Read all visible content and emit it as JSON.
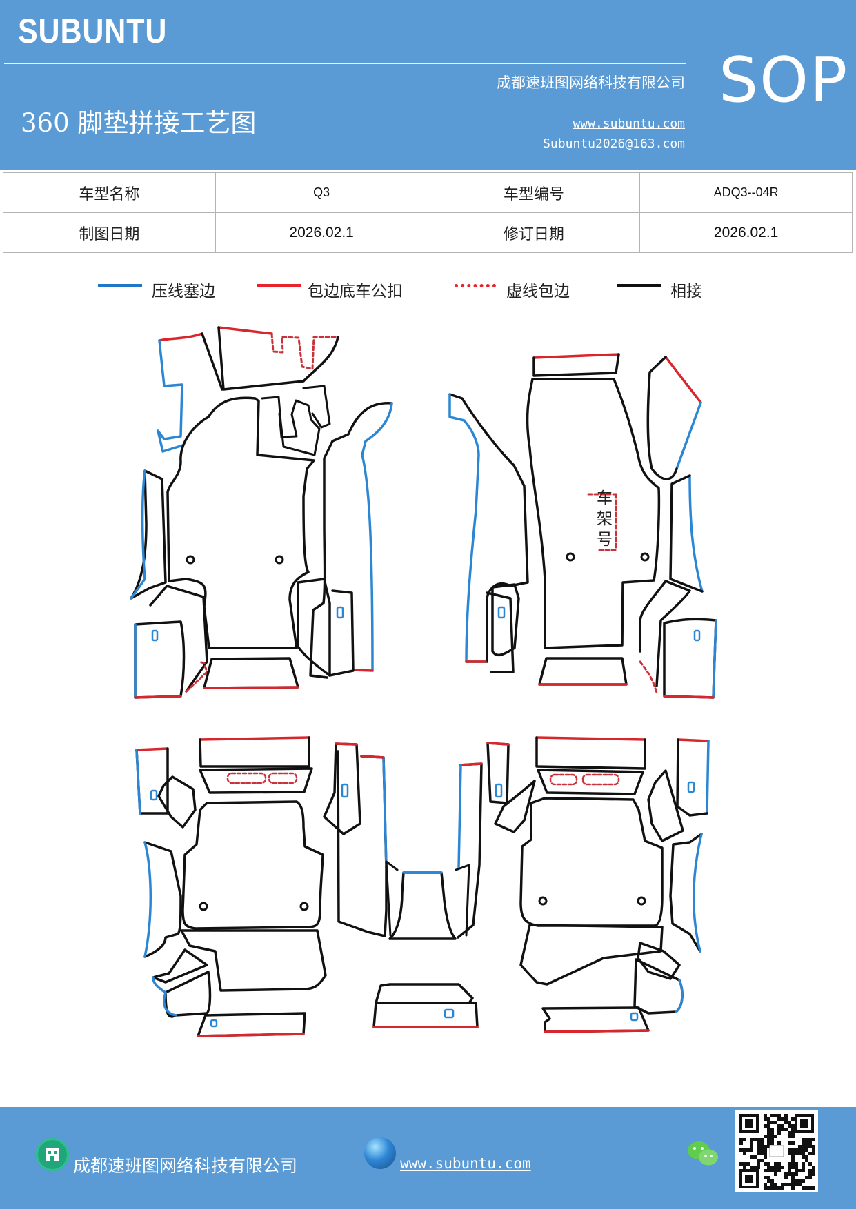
{
  "header": {
    "brand": "SUBUNTU",
    "badge": "SOP",
    "company": "成都速班图网络科技有限公司",
    "title": "360 脚垫拼接工艺图",
    "website": "www.subuntu.com",
    "email": "Subuntu2026@163.com"
  },
  "info_table": {
    "model_name_label": "车型名称",
    "model_name_value": "Q3",
    "model_code_label": "车型编号",
    "model_code_value": "ADQ3--04R",
    "draw_date_label": "制图日期",
    "draw_date_value": "2026.02.1",
    "revise_date_label": "修订日期",
    "revise_date_value": "2026.02.1"
  },
  "legend": [
    {
      "label": "压线塞边",
      "color": "#1f77c8",
      "style": "solid"
    },
    {
      "label": "包边底车公扣",
      "color": "#e8232a",
      "style": "solid"
    },
    {
      "label": "虚线包边",
      "color": "#e8232a",
      "style": "dotted"
    },
    {
      "label": "相接",
      "color": "#111111",
      "style": "solid"
    }
  ],
  "diagram": {
    "vin_label": "车架号",
    "colors": {
      "press": "#2b86d4",
      "bind": "#d9262c",
      "dashed": "#c8323a",
      "join": "#111111"
    }
  },
  "footer": {
    "company": "成都速班图网络科技有限公司",
    "website": "www.subuntu.com",
    "icons": [
      "building-icon",
      "globe-icon",
      "wechat-icon",
      "qr-code"
    ]
  }
}
